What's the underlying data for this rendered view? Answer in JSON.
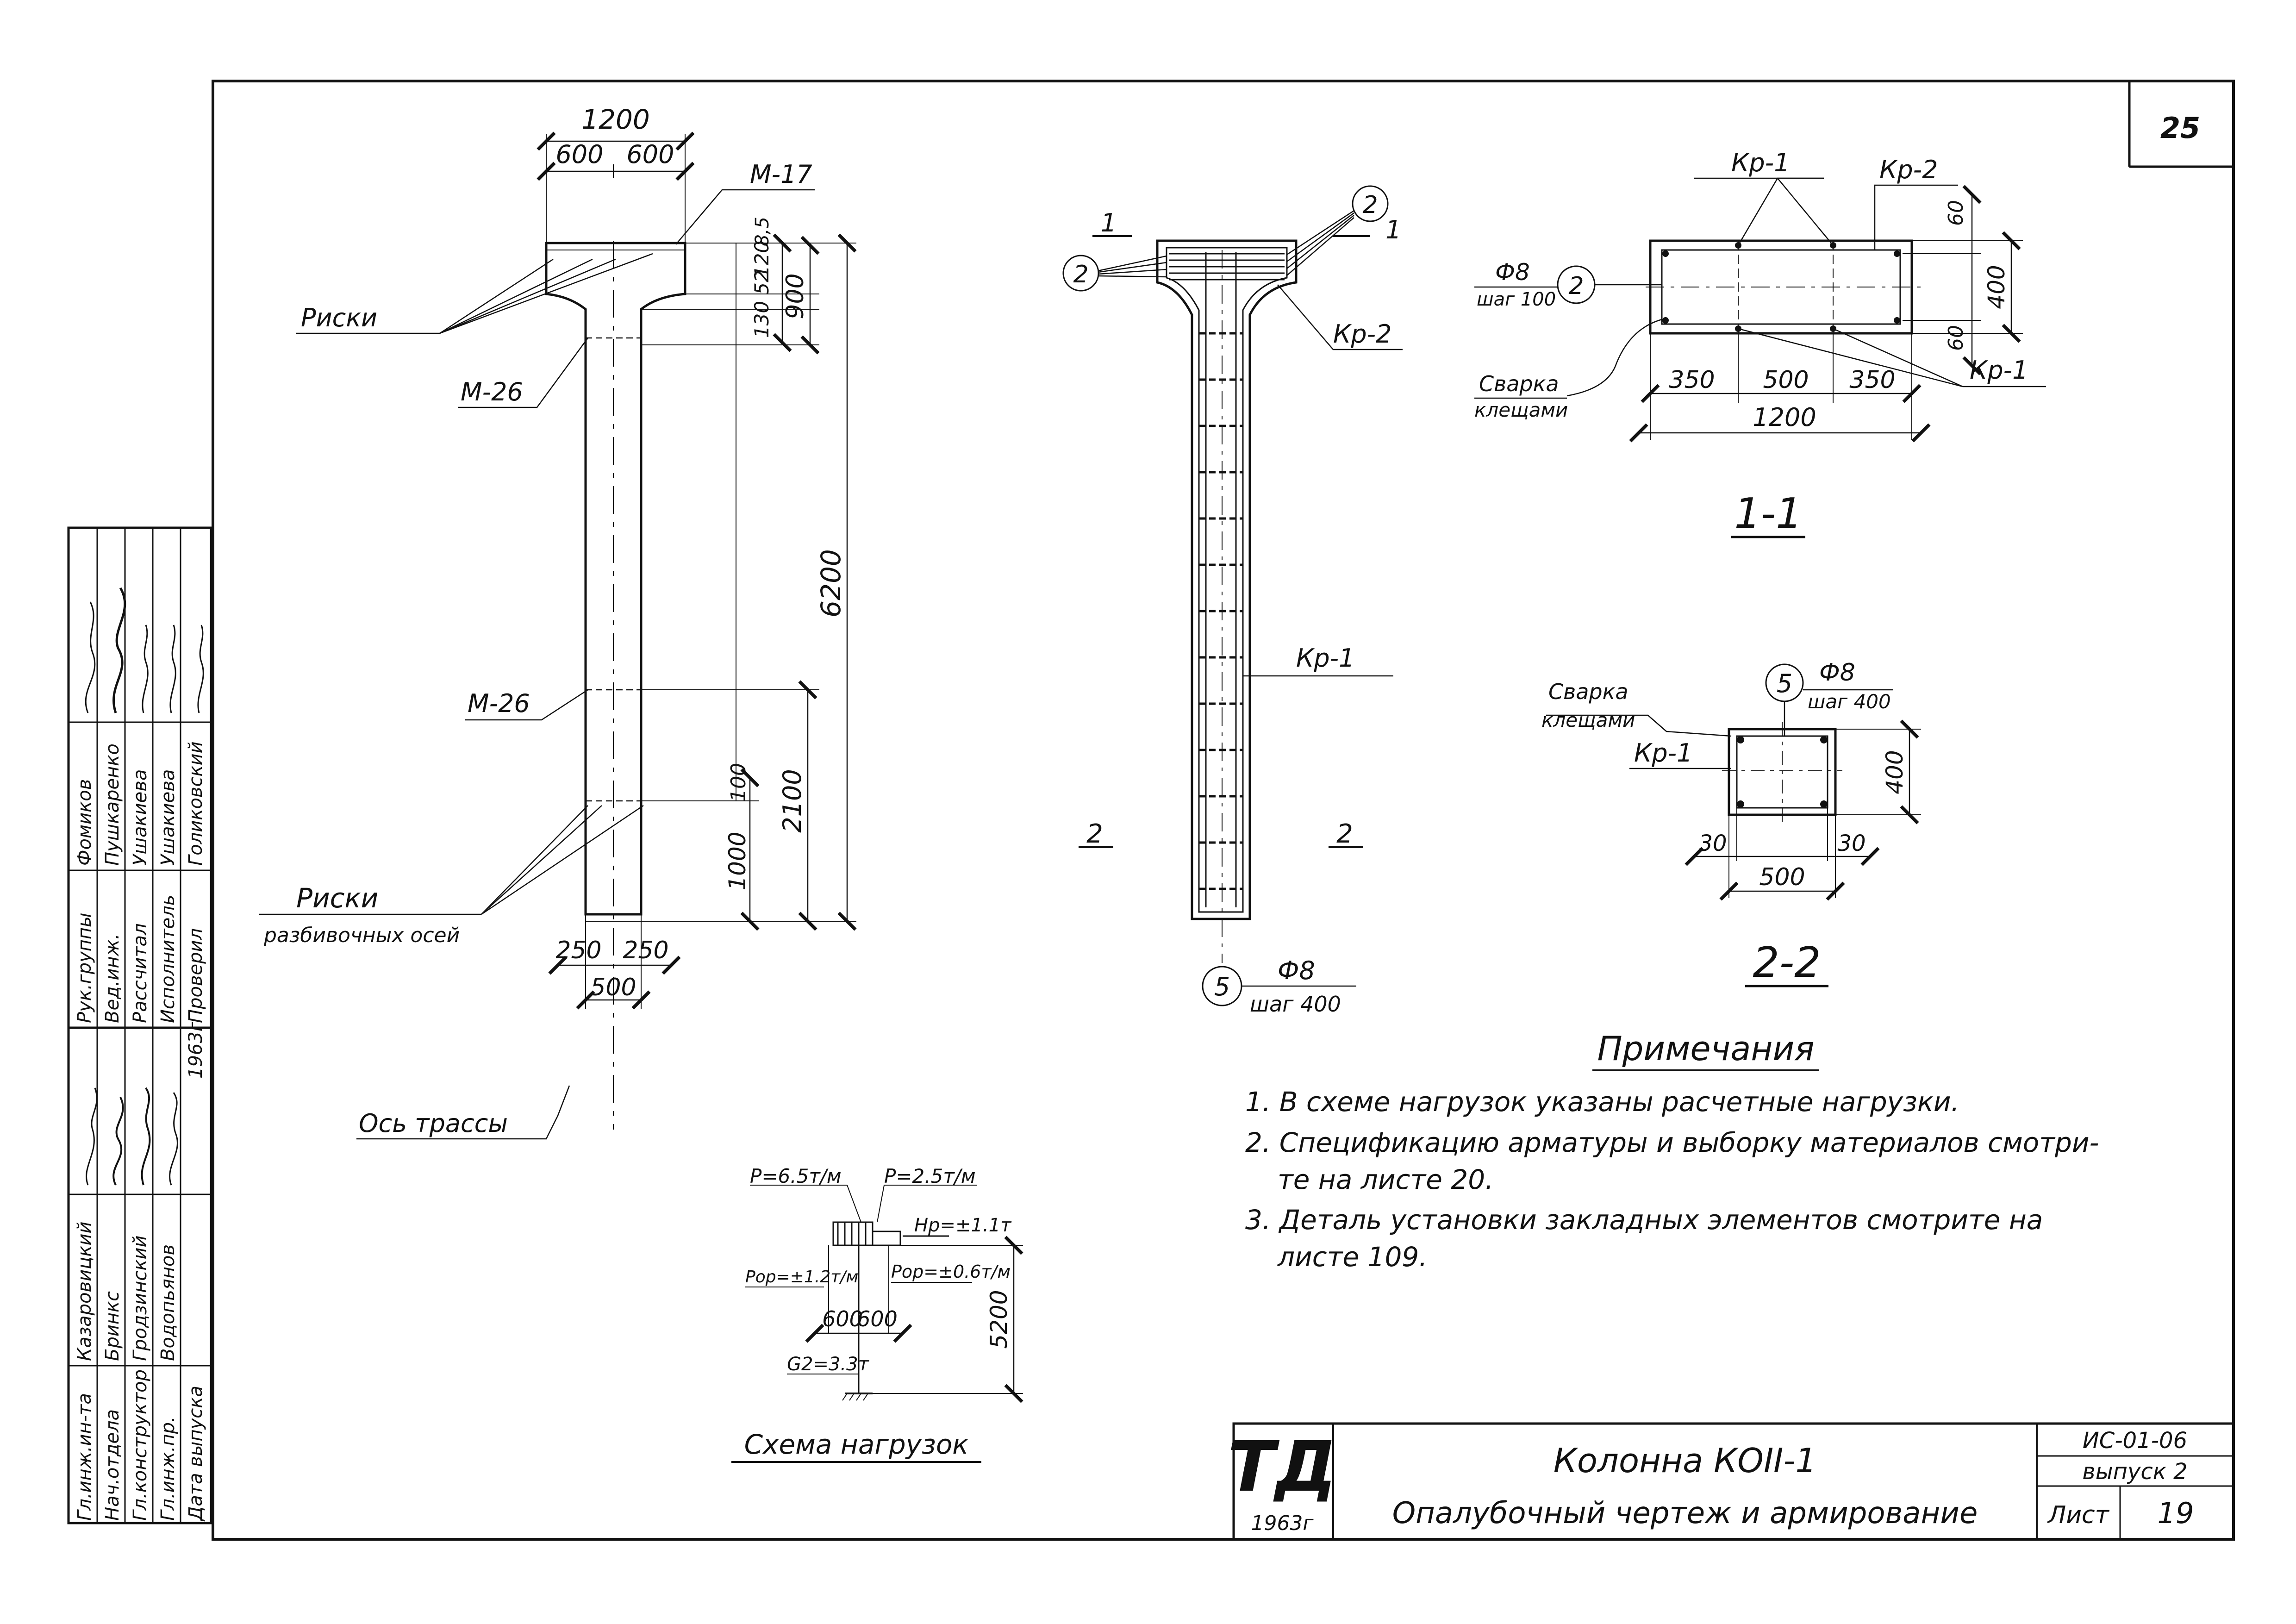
{
  "sheet_no": "25",
  "elevation": {
    "dim_total_width": "1200",
    "dim_half_left": "600",
    "dim_half_right": "600",
    "label_m17": "М-17",
    "label_riski": "Риски",
    "label_m26_top": "М-26",
    "label_m26_bottom": "М-26",
    "dim_12": "120",
    "dim_52": "52",
    "dim_8_5": "8,5",
    "dim_130": "130",
    "dim_900": "900",
    "dim_6200": "6200",
    "dim_100": "100",
    "dim_1000": "1000",
    "dim_2100": "2100",
    "label_riski_2": "Риски",
    "label_razbivochnyh": "разбивочных осей",
    "dim_bot_left": "250",
    "dim_bot_right": "250",
    "dim_bot_total": "500",
    "label_axis": "Ось трассы"
  },
  "reinforcement": {
    "mark_2": "2",
    "mark_5": "5",
    "section_1": "1",
    "section_2": "2",
    "label_kr1": "Кр-1",
    "label_kr2": "Кр-2",
    "label_phi8": "Ф8",
    "label_shag400": "шаг 400"
  },
  "section_1_1": {
    "label_kr1_top": "Кр-1",
    "label_kr2_top": "Кр-2",
    "label_phi8": "Ф8",
    "label_shag100": "шаг 100",
    "mark_2": "2",
    "label_svarka": "Сварка",
    "label_kleshchami": "клещами",
    "dim_60_top": "60",
    "dim_400": "400",
    "dim_60_bottom": "60",
    "label_kr1_bottom": "Кр-1",
    "dim_350_left": "350",
    "dim_500": "500",
    "dim_350_right": "350",
    "dim_1200": "1200",
    "title": "1-1"
  },
  "section_2_2": {
    "mark_5": "5",
    "label_phi8": "Ф8",
    "label_shag400": "шаг 400",
    "label_svarka": "Сварка",
    "label_kleshchami": "клещами",
    "label_kr1": "Кр-1",
    "dim_400": "400",
    "dim_30_left": "30",
    "dim_30_right": "30",
    "dim_500": "500",
    "title": "2-2"
  },
  "load_scheme": {
    "p_left": "P=6.5т/м",
    "p_right": "P=2.5т/м",
    "h_force": "Hp=±1.1т",
    "p_or_left": "Pop=±1.2т/м",
    "p_or_right": "Pop=±0.6т/м",
    "dim_600_left": "600",
    "dim_600_right": "600",
    "dim_5200": "5200",
    "g_force": "G2=3.3т",
    "title": "Схема нагрузок"
  },
  "notes": {
    "title": "Примечания",
    "line1": "1. В схеме нагрузок указаны расчетные нагрузки.",
    "line2a": "2. Спецификацию арматуры и выборку материалов смотри-",
    "line2b": "те на листе 20.",
    "line3a": "3. Деталь установки закладных элементов смотрите на",
    "line3b": "листе 109."
  },
  "title_block": {
    "logo": "ТД",
    "year": "1963г",
    "title1": "Колонна КОII-1",
    "title2": "Опалубочный чертеж и армирование",
    "code": "ИС-01-06",
    "issue": "выпуск 2",
    "sheet_label": "Лист",
    "sheet_value": "19"
  },
  "stamp": {
    "roles": [
      "Гл.инж.ин-та",
      "Нач.отдела",
      "Гл.конструктор",
      "Гл.инж.пр.",
      "Дата выпуска"
    ],
    "names": [
      "Казаровицкий",
      "Бринкс",
      "Гродзинский",
      "Водопьянов",
      ""
    ],
    "date_value": "1963г",
    "roles2": [
      "Рук.группы",
      "Вед.инж.",
      "Рассчитал",
      "Исполнитель",
      "Проверил"
    ],
    "names2": [
      "Фомиков",
      "Пушкаренко",
      "Ушакиева",
      "Ушакиева",
      "Голиковский"
    ]
  }
}
